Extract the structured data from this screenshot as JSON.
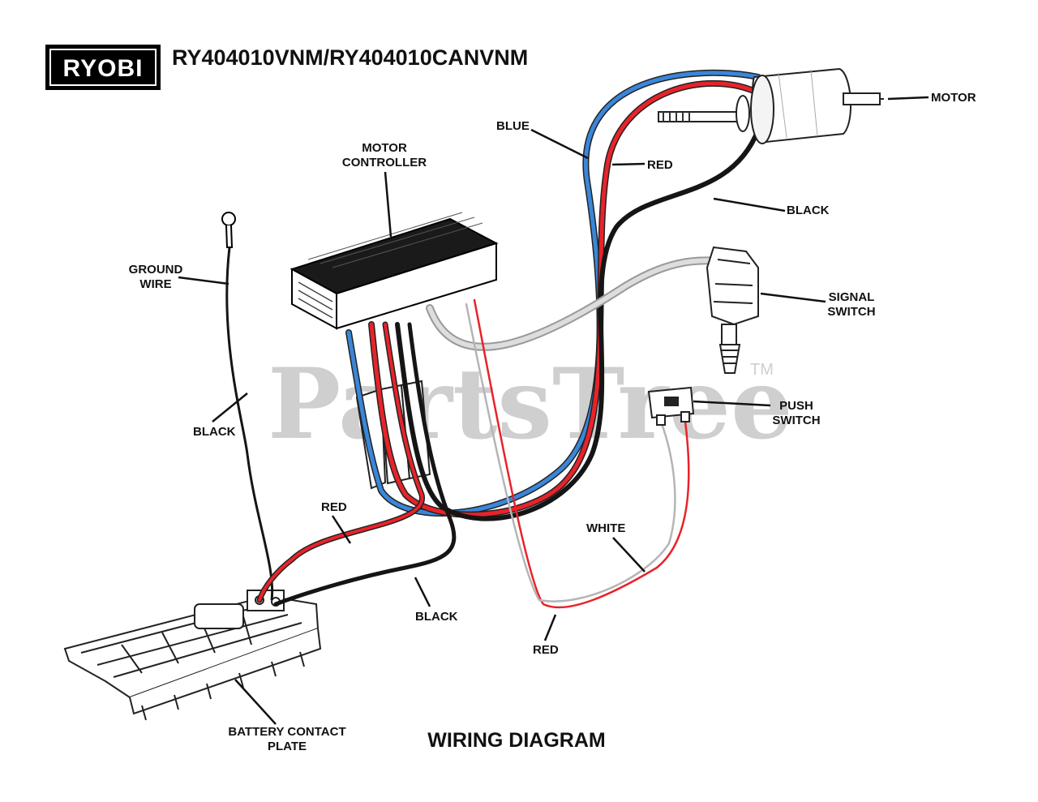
{
  "header": {
    "brand": "RYOBI",
    "model": "RY404010VNM/RY404010CANVNM"
  },
  "watermark": {
    "text": "PartsTree",
    "tm": "TM"
  },
  "caption": "WIRING DIAGRAM",
  "labels": {
    "motor": "MOTOR",
    "motor_controller_1": "MOTOR",
    "motor_controller_2": "CONTROLLER",
    "blue": "BLUE",
    "red_top": "RED",
    "black_top": "BLACK",
    "ground_wire_1": "GROUND",
    "ground_wire_2": "WIRE",
    "signal_switch_1": "SIGNAL",
    "signal_switch_2": "SWITCH",
    "push_switch_1": "PUSH",
    "push_switch_2": "SWITCH",
    "black_left": "BLACK",
    "red_mid": "RED",
    "white": "WHITE",
    "black_bottom": "BLACK",
    "red_bottom": "RED",
    "battery_plate_1": "BATTERY CONTACT",
    "battery_plate_2": "PLATE"
  },
  "colors": {
    "wire_red": "#e8232a",
    "wire_blue": "#3a86d9",
    "wire_black": "#151515",
    "wire_white": "#bdbdbd",
    "watermark": "#cfcfcf"
  }
}
